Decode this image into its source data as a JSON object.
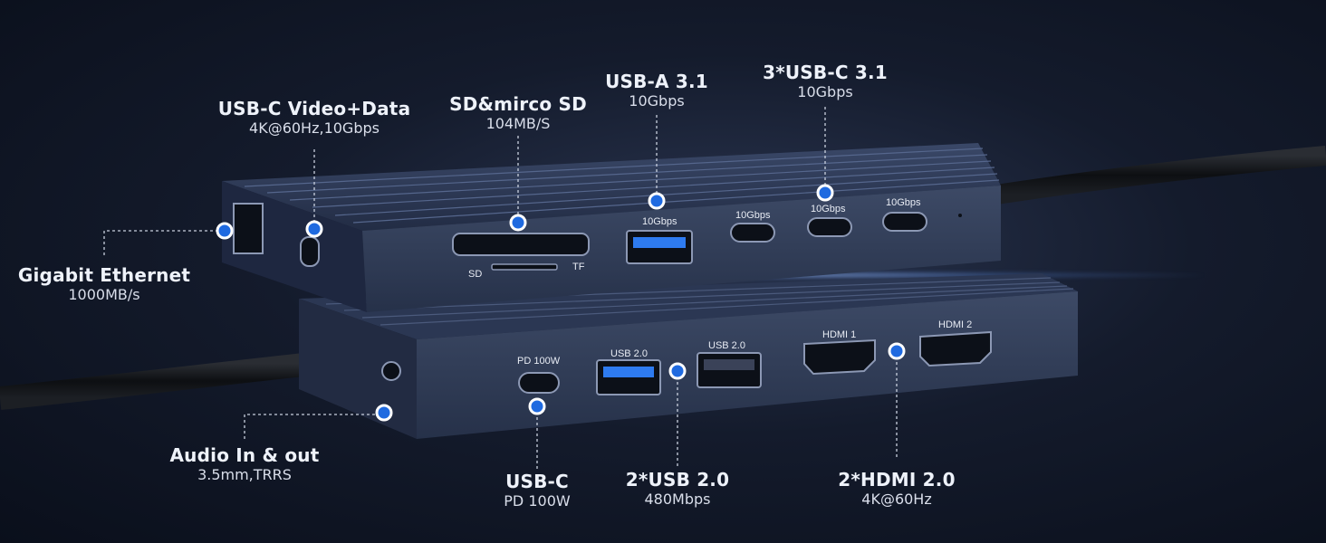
{
  "callouts": {
    "usbc_video": {
      "title": "USB-C Video+Data",
      "sub": "4K@60Hz,10Gbps"
    },
    "sd": {
      "title": "SD&mirco SD",
      "sub": "104MB/S"
    },
    "usba31": {
      "title": "USB-A 3.1",
      "sub": "10Gbps"
    },
    "usbc31": {
      "title": "3*USB-C 3.1",
      "sub": "10Gbps"
    },
    "ethernet": {
      "title": "Gigabit Ethernet",
      "sub": "1000MB/s"
    },
    "audio": {
      "title": "Audio In & out",
      "sub": "3.5mm,TRRS"
    },
    "usbc_pd": {
      "title": "USB-C",
      "sub": "PD 100W"
    },
    "usb20": {
      "title": "2*USB 2.0",
      "sub": "480Mbps"
    },
    "hdmi": {
      "title": "2*HDMI 2.0",
      "sub": "4K@60Hz"
    }
  },
  "device_labels": {
    "top_10g_a": "10Gbps",
    "top_10g_c1": "10Gbps",
    "top_10g_c2": "10Gbps",
    "top_10g_c3": "10Gbps",
    "sd_mark": "SD",
    "tf_mark": "TF",
    "pd": "PD 100W",
    "usb2_a": "USB 2.0",
    "usb2_b": "USB 2.0",
    "hdmi1": "HDMI 1",
    "hdmi2": "HDMI 2"
  },
  "colors": {
    "accent_dot": "#1f6ae0",
    "body": "#2c3850"
  }
}
